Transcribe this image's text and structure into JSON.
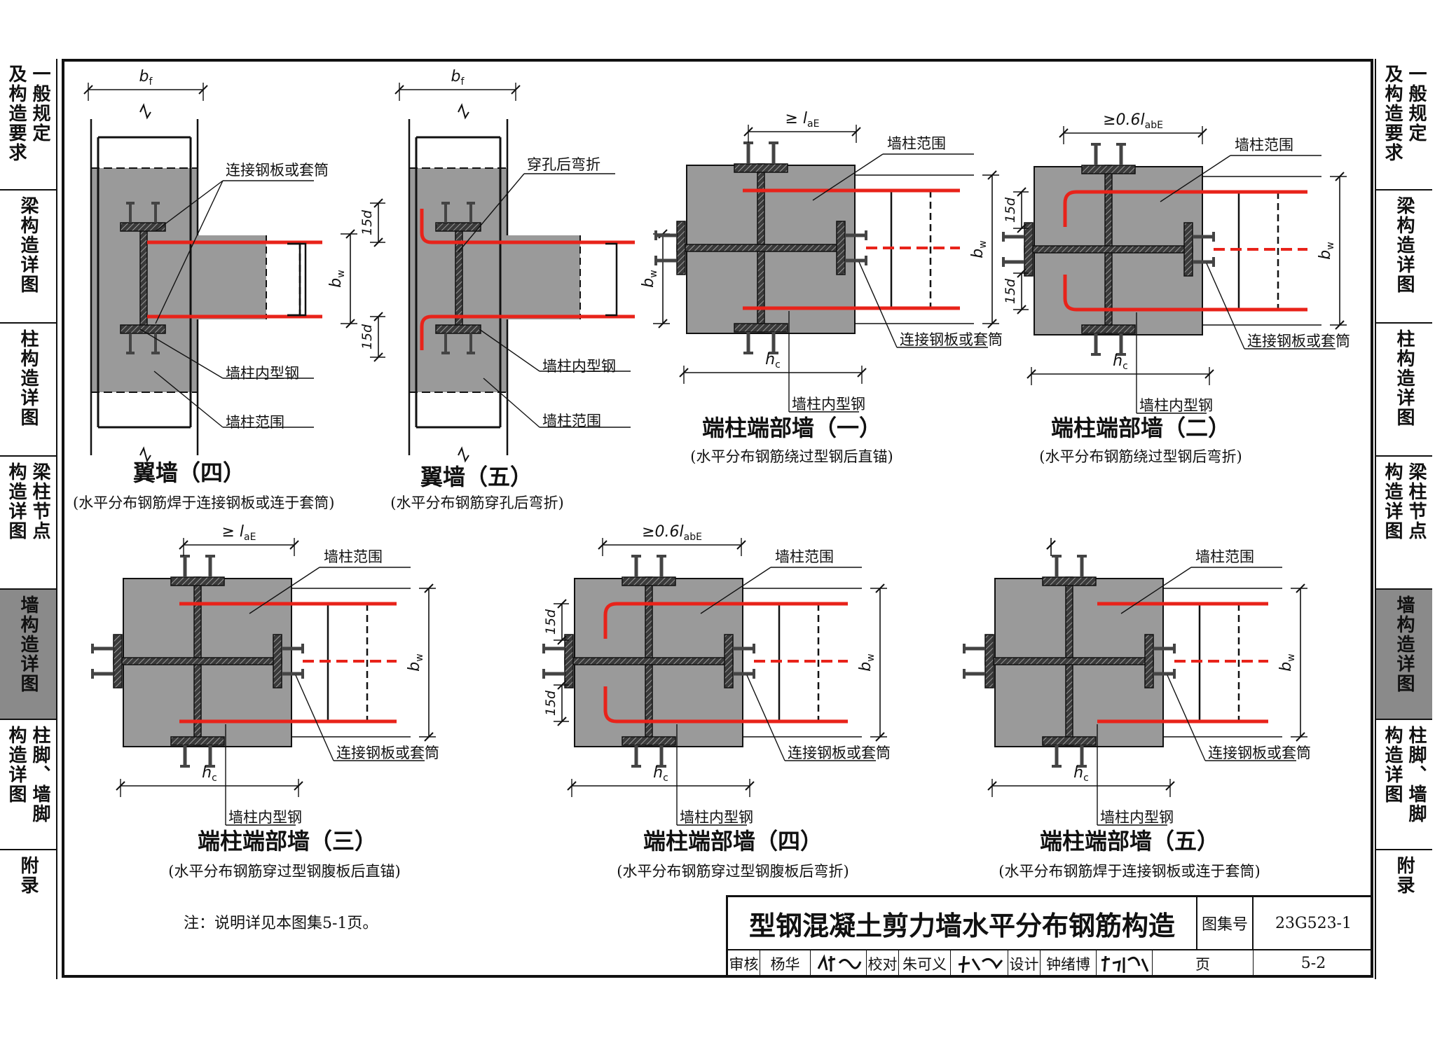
{
  "sidebar": {
    "tabs": [
      {
        "lines": [
          "一般规定",
          "及构造要求"
        ]
      },
      {
        "lines": [
          "梁构造详图"
        ]
      },
      {
        "lines": [
          "柱构造详图"
        ]
      },
      {
        "lines": [
          "梁柱节点",
          "构造详图"
        ]
      },
      {
        "lines": [
          "墙构造详图"
        ],
        "active": true
      },
      {
        "lines": [
          "柱脚、墙脚",
          "构造详图"
        ]
      },
      {
        "lines": [
          "附录"
        ]
      }
    ]
  },
  "diagrams": [
    {
      "title": "翼墙（四）",
      "subtitle": "(水平分布钢筋焊于连接钢板或连于套筒)",
      "callouts": [
        "连接钢板或套筒",
        "墙柱内型钢",
        "墙柱范围"
      ]
    },
    {
      "title": "翼墙（五）",
      "subtitle": "(水平分布钢筋穿孔后弯折)",
      "callouts": [
        "穿孔后弯折",
        "墙柱内型钢",
        "墙柱范围"
      ]
    },
    {
      "title": "端柱端部墙（一）",
      "subtitle": "(水平分布钢筋绕过型钢后直锚)",
      "callouts": [
        "墙柱范围",
        "连接钢板或套筒",
        "墙柱内型钢"
      ]
    },
    {
      "title": "端柱端部墙（二）",
      "subtitle": "(水平分布钢筋绕过型钢后弯折)",
      "callouts": [
        "墙柱范围",
        "连接钢板或套筒",
        "墙柱内型钢"
      ]
    },
    {
      "title": "端柱端部墙（三）",
      "subtitle": "(水平分布钢筋穿过型钢腹板后直锚)",
      "callouts": [
        "墙柱范围",
        "连接钢板或套筒",
        "墙柱内型钢"
      ]
    },
    {
      "title": "端柱端部墙（四）",
      "subtitle": "(水平分布钢筋穿过型钢腹板后弯折)",
      "callouts": [
        "墙柱范围",
        "连接钢板或套筒",
        "墙柱内型钢"
      ]
    },
    {
      "title": "端柱端部墙（五）",
      "subtitle": "(水平分布钢筋焊于连接钢板或连于套筒)",
      "callouts": [
        "墙柱范围",
        "连接钢板或套筒",
        "墙柱内型钢"
      ]
    }
  ],
  "dims": {
    "bf": "b",
    "bf_sub": "f",
    "bw": "b",
    "bw_sub": "w",
    "hc": "h",
    "hc_sub": "c",
    "lae": "≥ l",
    "lae_sub": "aE",
    "labe": "≥0.6l",
    "labe_sub": "abE",
    "d15": "15d"
  },
  "note": "注：说明详见本图集5-1页。",
  "title_block": {
    "main_title": "型钢混凝土剪力墙水平分布钢筋构造",
    "atlas_label": "图集号",
    "atlas_no": "23G523-1",
    "review_label": "审核",
    "review_name": "杨华",
    "check_label": "校对",
    "check_name": "朱可义",
    "design_label": "设计",
    "design_name": "钟绪博",
    "page_label": "页",
    "page_no": "5-2"
  },
  "colors": {
    "concrete": "#9a9a9a",
    "rebar": "#e8231a",
    "steel": "#4a4a4a",
    "line": "#111111"
  }
}
